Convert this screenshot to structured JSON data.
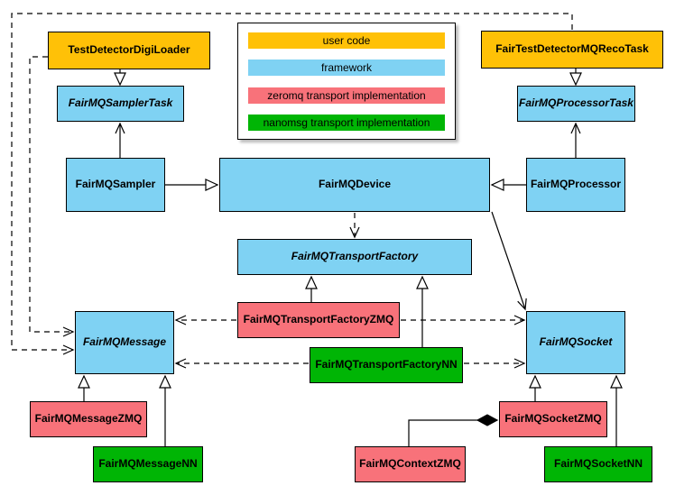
{
  "colors": {
    "user_code": "#ffc107",
    "framework": "#7fd2f3",
    "zeromq": "#f8727a",
    "nanomsg": "#00b505",
    "line": "#000000",
    "canvas": "#ffffff"
  },
  "diagram": {
    "legend": {
      "items": [
        {
          "id": "user-code",
          "label": "user code",
          "color_key": "user_code"
        },
        {
          "id": "framework",
          "label": "framework",
          "color_key": "framework"
        },
        {
          "id": "zeromq",
          "label": "zeromq transport implementation",
          "color_key": "zeromq"
        },
        {
          "id": "nanomsg",
          "label": "nanomsg transport implementation",
          "color_key": "nanomsg"
        }
      ]
    },
    "nodes": {
      "test_detector_digi_loader": {
        "label": "TestDetectorDigiLoader",
        "category": "user_code",
        "abstract": false
      },
      "fair_test_detector_mq_reco_task": {
        "label": "FairTestDetectorMQRecoTask",
        "category": "user_code",
        "abstract": false
      },
      "fairmq_sampler_task": {
        "label": "FairMQSamplerTask",
        "category": "framework",
        "abstract": true
      },
      "fairmq_processor_task": {
        "label": "FairMQProcessorTask",
        "category": "framework",
        "abstract": true
      },
      "fairmq_sampler": {
        "label": "FairMQSampler",
        "category": "framework",
        "abstract": false
      },
      "fairmq_device": {
        "label": "FairMQDevice",
        "category": "framework",
        "abstract": false
      },
      "fairmq_processor": {
        "label": "FairMQProcessor",
        "category": "framework",
        "abstract": false
      },
      "fairmq_transport_factory": {
        "label": "FairMQTransportFactory",
        "category": "framework",
        "abstract": true
      },
      "fairmq_transport_factory_zmq": {
        "label": "FairMQTransportFactoryZMQ",
        "category": "zeromq",
        "abstract": false
      },
      "fairmq_transport_factory_nn": {
        "label": "FairMQTransportFactoryNN",
        "category": "nanomsg",
        "abstract": false
      },
      "fairmq_message": {
        "label": "FairMQMessage",
        "category": "framework",
        "abstract": true
      },
      "fairmq_socket": {
        "label": "FairMQSocket",
        "category": "framework",
        "abstract": true
      },
      "fairmq_message_zmq": {
        "label": "FairMQMessageZMQ",
        "category": "zeromq",
        "abstract": false
      },
      "fairmq_message_nn": {
        "label": "FairMQMessageNN",
        "category": "nanomsg",
        "abstract": false
      },
      "fairmq_context_zmq": {
        "label": "FairMQContextZMQ",
        "category": "zeromq",
        "abstract": false
      },
      "fairmq_socket_zmq": {
        "label": "FairMQSocketZMQ",
        "category": "zeromq",
        "abstract": false
      },
      "fairmq_socket_nn": {
        "label": "FairMQSocketNN",
        "category": "nanomsg",
        "abstract": false
      }
    },
    "edges": [
      {
        "from": "test_detector_digi_loader",
        "to": "fairmq_sampler_task",
        "type": "inheritance"
      },
      {
        "from": "fair_test_detector_mq_reco_task",
        "to": "fairmq_processor_task",
        "type": "inheritance"
      },
      {
        "from": "fairmq_sampler",
        "to": "fairmq_sampler_task",
        "type": "association"
      },
      {
        "from": "fairmq_processor",
        "to": "fairmq_processor_task",
        "type": "association"
      },
      {
        "from": "fairmq_sampler",
        "to": "fairmq_device",
        "type": "inheritance"
      },
      {
        "from": "fairmq_processor",
        "to": "fairmq_device",
        "type": "inheritance"
      },
      {
        "from": "fairmq_device",
        "to": "fairmq_transport_factory",
        "type": "dependency"
      },
      {
        "from": "fairmq_device",
        "to": "fairmq_socket",
        "type": "association"
      },
      {
        "from": "fairmq_transport_factory_zmq",
        "to": "fairmq_transport_factory",
        "type": "inheritance"
      },
      {
        "from": "fairmq_transport_factory_nn",
        "to": "fairmq_transport_factory",
        "type": "inheritance"
      },
      {
        "from": "fairmq_transport_factory_zmq",
        "to": "fairmq_message",
        "type": "dependency"
      },
      {
        "from": "fairmq_transport_factory_zmq",
        "to": "fairmq_socket",
        "type": "dependency"
      },
      {
        "from": "fairmq_transport_factory_nn",
        "to": "fairmq_message",
        "type": "dependency"
      },
      {
        "from": "fairmq_transport_factory_nn",
        "to": "fairmq_socket",
        "type": "dependency"
      },
      {
        "from": "test_detector_digi_loader",
        "to": "fairmq_message",
        "type": "dependency"
      },
      {
        "from": "fair_test_detector_mq_reco_task",
        "to": "fairmq_message",
        "type": "dependency"
      },
      {
        "from": "fairmq_message_zmq",
        "to": "fairmq_message",
        "type": "inheritance"
      },
      {
        "from": "fairmq_message_nn",
        "to": "fairmq_message",
        "type": "inheritance"
      },
      {
        "from": "fairmq_socket_zmq",
        "to": "fairmq_socket",
        "type": "inheritance"
      },
      {
        "from": "fairmq_socket_nn",
        "to": "fairmq_socket",
        "type": "inheritance"
      },
      {
        "from": "fairmq_context_zmq",
        "to": "fairmq_socket_zmq",
        "type": "composition"
      }
    ]
  }
}
